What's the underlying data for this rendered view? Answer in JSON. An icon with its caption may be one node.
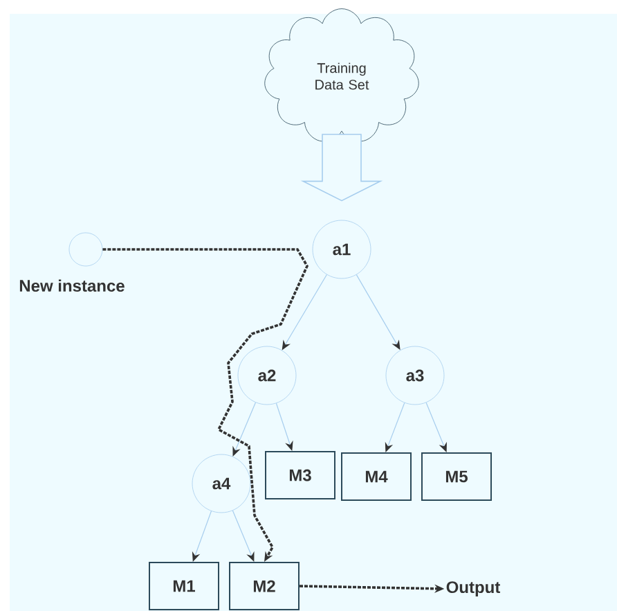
{
  "diagram": {
    "nodes": [
      {
        "text": [
          "Training Data Set"
        ]
      },
      {
        "text": [
          "a1"
        ]
      },
      {
        "text": [],
        "shape": "circle",
        "beside": [
          "New instance"
        ]
      },
      {
        "text": [
          "a2"
        ]
      },
      {
        "text": [
          "a3"
        ]
      },
      {
        "text": [
          "a4"
        ]
      },
      {
        "text": [
          "M3"
        ]
      },
      {
        "text": [
          "M4"
        ]
      },
      {
        "text": [
          "M5"
        ]
      },
      {
        "text": [
          "M1"
        ]
      },
      {
        "text": [
          "M2"
        ]
      },
      {
        "text": [
          "Output"
        ]
      }
    ],
    "edges": [
      {
        "from": 0,
        "to": 1,
        "arrow": "to",
        "style": "thick"
      },
      {
        "from": 1,
        "to": 3,
        "arrow": "to"
      },
      {
        "from": 1,
        "to": 4,
        "arrow": "to"
      },
      {
        "from": 3,
        "to": 5,
        "arrow": "to"
      },
      {
        "from": 3,
        "to": 6,
        "arrow": "to"
      },
      {
        "from": 4,
        "to": 7,
        "arrow": "to"
      },
      {
        "from": 4,
        "to": 8,
        "arrow": "to"
      },
      {
        "from": 5,
        "to": 9,
        "arrow": "to"
      },
      {
        "from": 5,
        "to": 10,
        "arrow": "to"
      },
      {
        "from": 2,
        "to": 10,
        "arrow": "to",
        "style": "dashed",
        "color": "#333333"
      },
      {
        "from": 10,
        "to": 11,
        "arrow": "to",
        "style": "dashed",
        "color": "#333333"
      }
    ]
  }
}
